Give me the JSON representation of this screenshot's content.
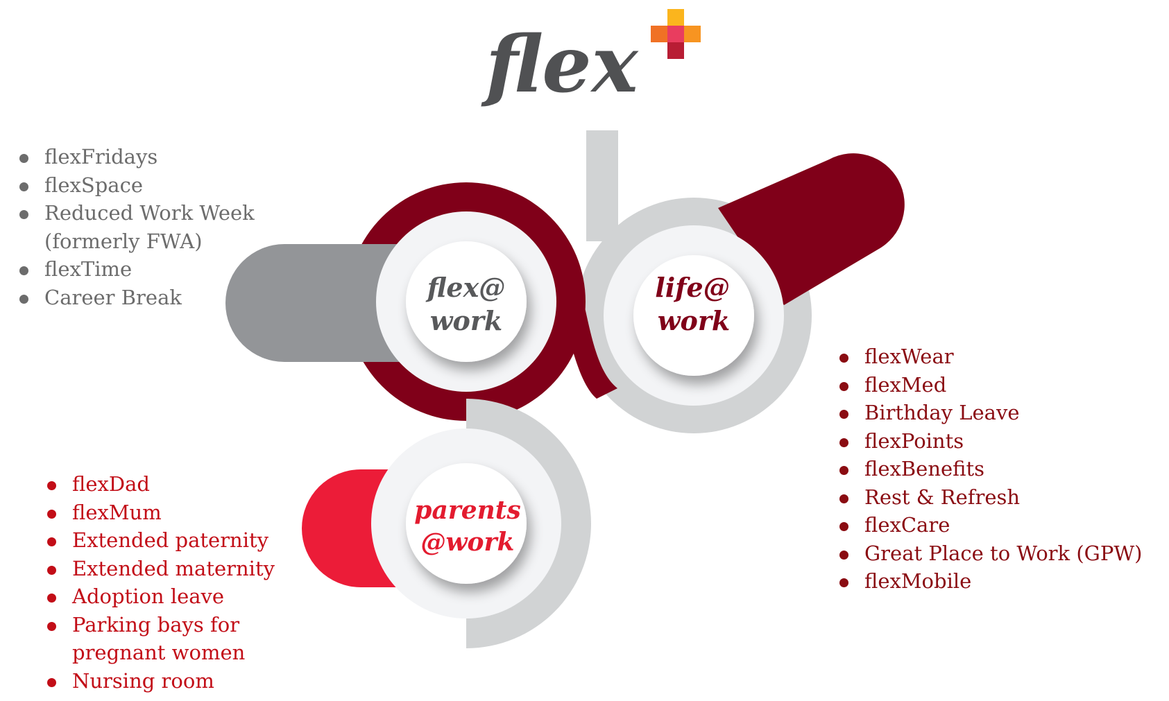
{
  "logo": {
    "text": "flex",
    "plus_colors": {
      "top": "#fbb51d",
      "left": "#f07125",
      "center": "#e93d5f",
      "right": "#f79421",
      "bottom": "#b81d34"
    },
    "text_color": "#505153"
  },
  "hubs": [
    {
      "id": "flex-at-work",
      "line1": "flex@",
      "line2": "work",
      "text_color": "#58595b",
      "pill_color": "#939598"
    },
    {
      "id": "life-at-work",
      "line1": "life@",
      "line2": "work",
      "text_color": "#800019",
      "pill_color": "#800019"
    },
    {
      "id": "parents-at-work",
      "line1": "parents",
      "line2": "@work",
      "text_color": "#e31b2f",
      "pill_color": "#ec1c38"
    }
  ],
  "colors": {
    "maroon": "#800019",
    "light_gray": "#d1d3d4",
    "mid_gray": "#939598",
    "red": "#ec1c38",
    "ring": "#f3f4f6"
  },
  "lists": {
    "flex_at_work": [
      "flexFridays",
      "flexSpace",
      "Reduced Work Week (formerly FWA)",
      "flexTime",
      "Career Break"
    ],
    "life_at_work": [
      "flexWear",
      "flexMed",
      "Birthday Leave",
      "flexPoints",
      "flexBenefits",
      "Rest & Refresh",
      "flexCare",
      "Great Place to Work (GPW)",
      "flexMobile"
    ],
    "parents_at_work": [
      "flexDad",
      "flexMum",
      "Extended paternity",
      "Extended maternity",
      "Adoption leave",
      "Parking bays for pregnant women",
      "Nursing room"
    ]
  }
}
